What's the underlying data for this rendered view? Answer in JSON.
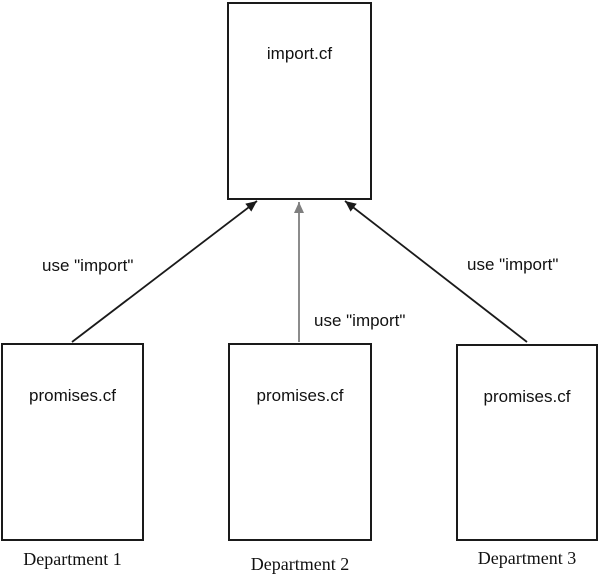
{
  "diagram": {
    "top_box": {
      "label": "import.cf"
    },
    "boxes": [
      {
        "label": "promises.cf",
        "caption": "Department 1"
      },
      {
        "label": "promises.cf",
        "caption": "Department 2"
      },
      {
        "label": "promises.cf",
        "caption": "Department 3"
      }
    ],
    "edges": [
      {
        "label": "use \"import\"",
        "from": "Department 1 promises.cf",
        "to": "import.cf"
      },
      {
        "label": "use \"import\"",
        "from": "Department 2 promises.cf",
        "to": "import.cf"
      },
      {
        "label": "use \"import\"",
        "from": "Department 3 promises.cf",
        "to": "import.cf"
      }
    ],
    "colors": {
      "line": "#1a1a1a",
      "middle_arrow": "#7f7f7f",
      "box_border": "#1a1a1a",
      "background": "#ffffff"
    }
  }
}
